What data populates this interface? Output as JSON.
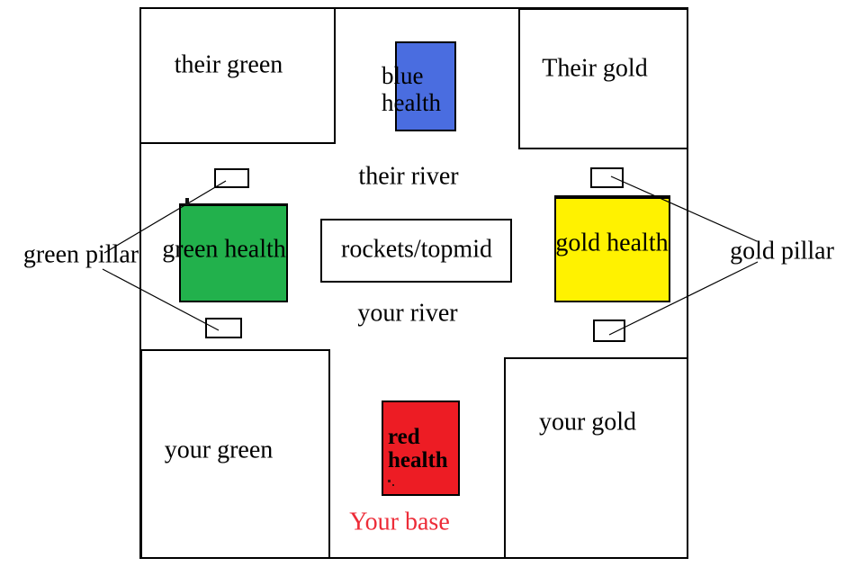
{
  "diagram": {
    "description": "hand-drawn game map diagram",
    "zones": {
      "their_green": {
        "label": "their green"
      },
      "their_gold": {
        "label": "Their gold"
      },
      "your_green": {
        "label": "your green"
      },
      "your_gold": {
        "label": "your gold"
      },
      "rockets_topmid": {
        "label": "rockets/topmid"
      },
      "their_river": {
        "label": "their river"
      },
      "your_river": {
        "label": "your river"
      },
      "your_base": {
        "label": "Your base",
        "text_color": "#ed2c38"
      }
    },
    "health_boxes": {
      "blue_health": {
        "label": "blue health",
        "fill": "#4a6de0"
      },
      "green_health": {
        "label": "green health",
        "fill": "#22b14c"
      },
      "gold_health": {
        "label": "gold health",
        "fill": "#fff200"
      },
      "red_health": {
        "label": "red health",
        "fill": "#ed1c24"
      }
    },
    "pillars": {
      "green_pillar": {
        "label": "green pillar"
      },
      "gold_pillar": {
        "label": "gold pillar"
      }
    },
    "colors": {
      "outline": "#000000",
      "background": "#ffffff"
    }
  }
}
